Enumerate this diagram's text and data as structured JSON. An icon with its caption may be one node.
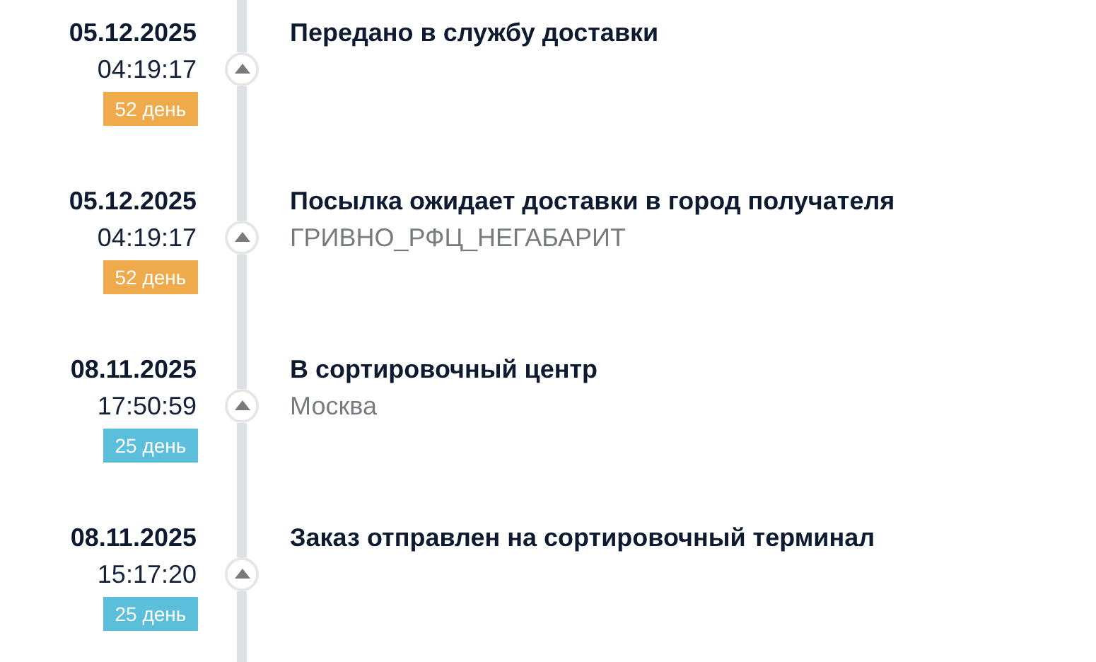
{
  "diagram": {
    "nodes": [
      {
        "text": [],
        "shape": "circle"
      },
      {
        "text": [
          "52 день"
        ]
      },
      {
        "text": [],
        "shape": "circle"
      },
      {
        "text": [
          "52 день"
        ]
      },
      {
        "text": [],
        "shape": "circle"
      },
      {
        "text": [
          "25 день"
        ]
      },
      {
        "text": [],
        "shape": "circle"
      },
      {
        "text": [
          "25 день"
        ]
      }
    ],
    "edges": [
      {
        "from": null,
        "to": 0,
        "arrow": "none"
      },
      {
        "from": 0,
        "to": 2,
        "arrow": "none"
      },
      {
        "from": 2,
        "to": 4,
        "arrow": "none"
      },
      {
        "from": 4,
        "to": 6,
        "arrow": "none"
      },
      {
        "from": 6,
        "to": null,
        "arrow": "none"
      }
    ],
    "labels": [
      "05.12.2025",
      "Передано в службу доставки",
      "04:19:17",
      "05.12.2025",
      "Посылка ожидает доставки в город получателя",
      "04:19:17",
      "ГРИВНО_РФЦ_НЕГАБАРИТ",
      "08.11.2025",
      "В сортировочный центр",
      "17:50:59",
      "Москва",
      "08.11.2025",
      "Заказ отправлен на сортировочный терминал",
      "15:17:20"
    ]
  }
}
